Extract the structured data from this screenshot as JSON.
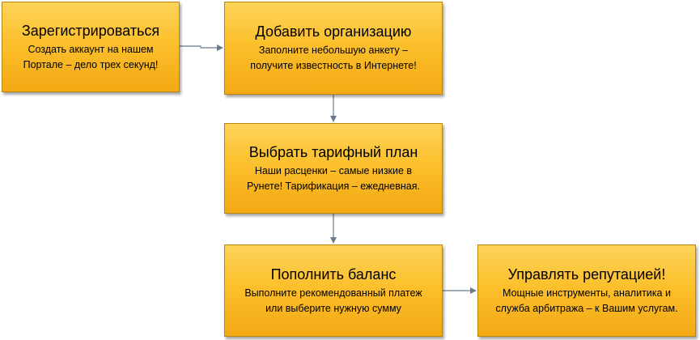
{
  "steps": [
    {
      "id": "register",
      "title": "Зарегистрироваться",
      "desc_lines": [
        "Создать аккаунт на нашем",
        "Портале – дело трех секунд!"
      ]
    },
    {
      "id": "org",
      "title": "Добавить организацию",
      "desc_lines": [
        "Заполните небольшую анкету –",
        "получите известность в Интернете!"
      ]
    },
    {
      "id": "tariff",
      "title": "Выбрать тарифный план",
      "desc_lines": [
        "Наши расценки – самые низкие в",
        "Рунете! Тарификация – ежедневная."
      ]
    },
    {
      "id": "balance",
      "title": "Пополнить баланс",
      "desc_lines": [
        "Выполните рекомендованный платеж",
        "или выберите нужную сумму"
      ]
    },
    {
      "id": "reputation",
      "title": "Управлять репутацией!",
      "desc_lines": [
        "Мощные инструменты, аналитика и",
        "служба арбитража – к Вашим услугам."
      ]
    }
  ],
  "colors": {
    "box_top": "#fdd35a",
    "box_bottom": "#f3a914",
    "box_border": "#b8860b",
    "connector": "#6b7b8c"
  }
}
